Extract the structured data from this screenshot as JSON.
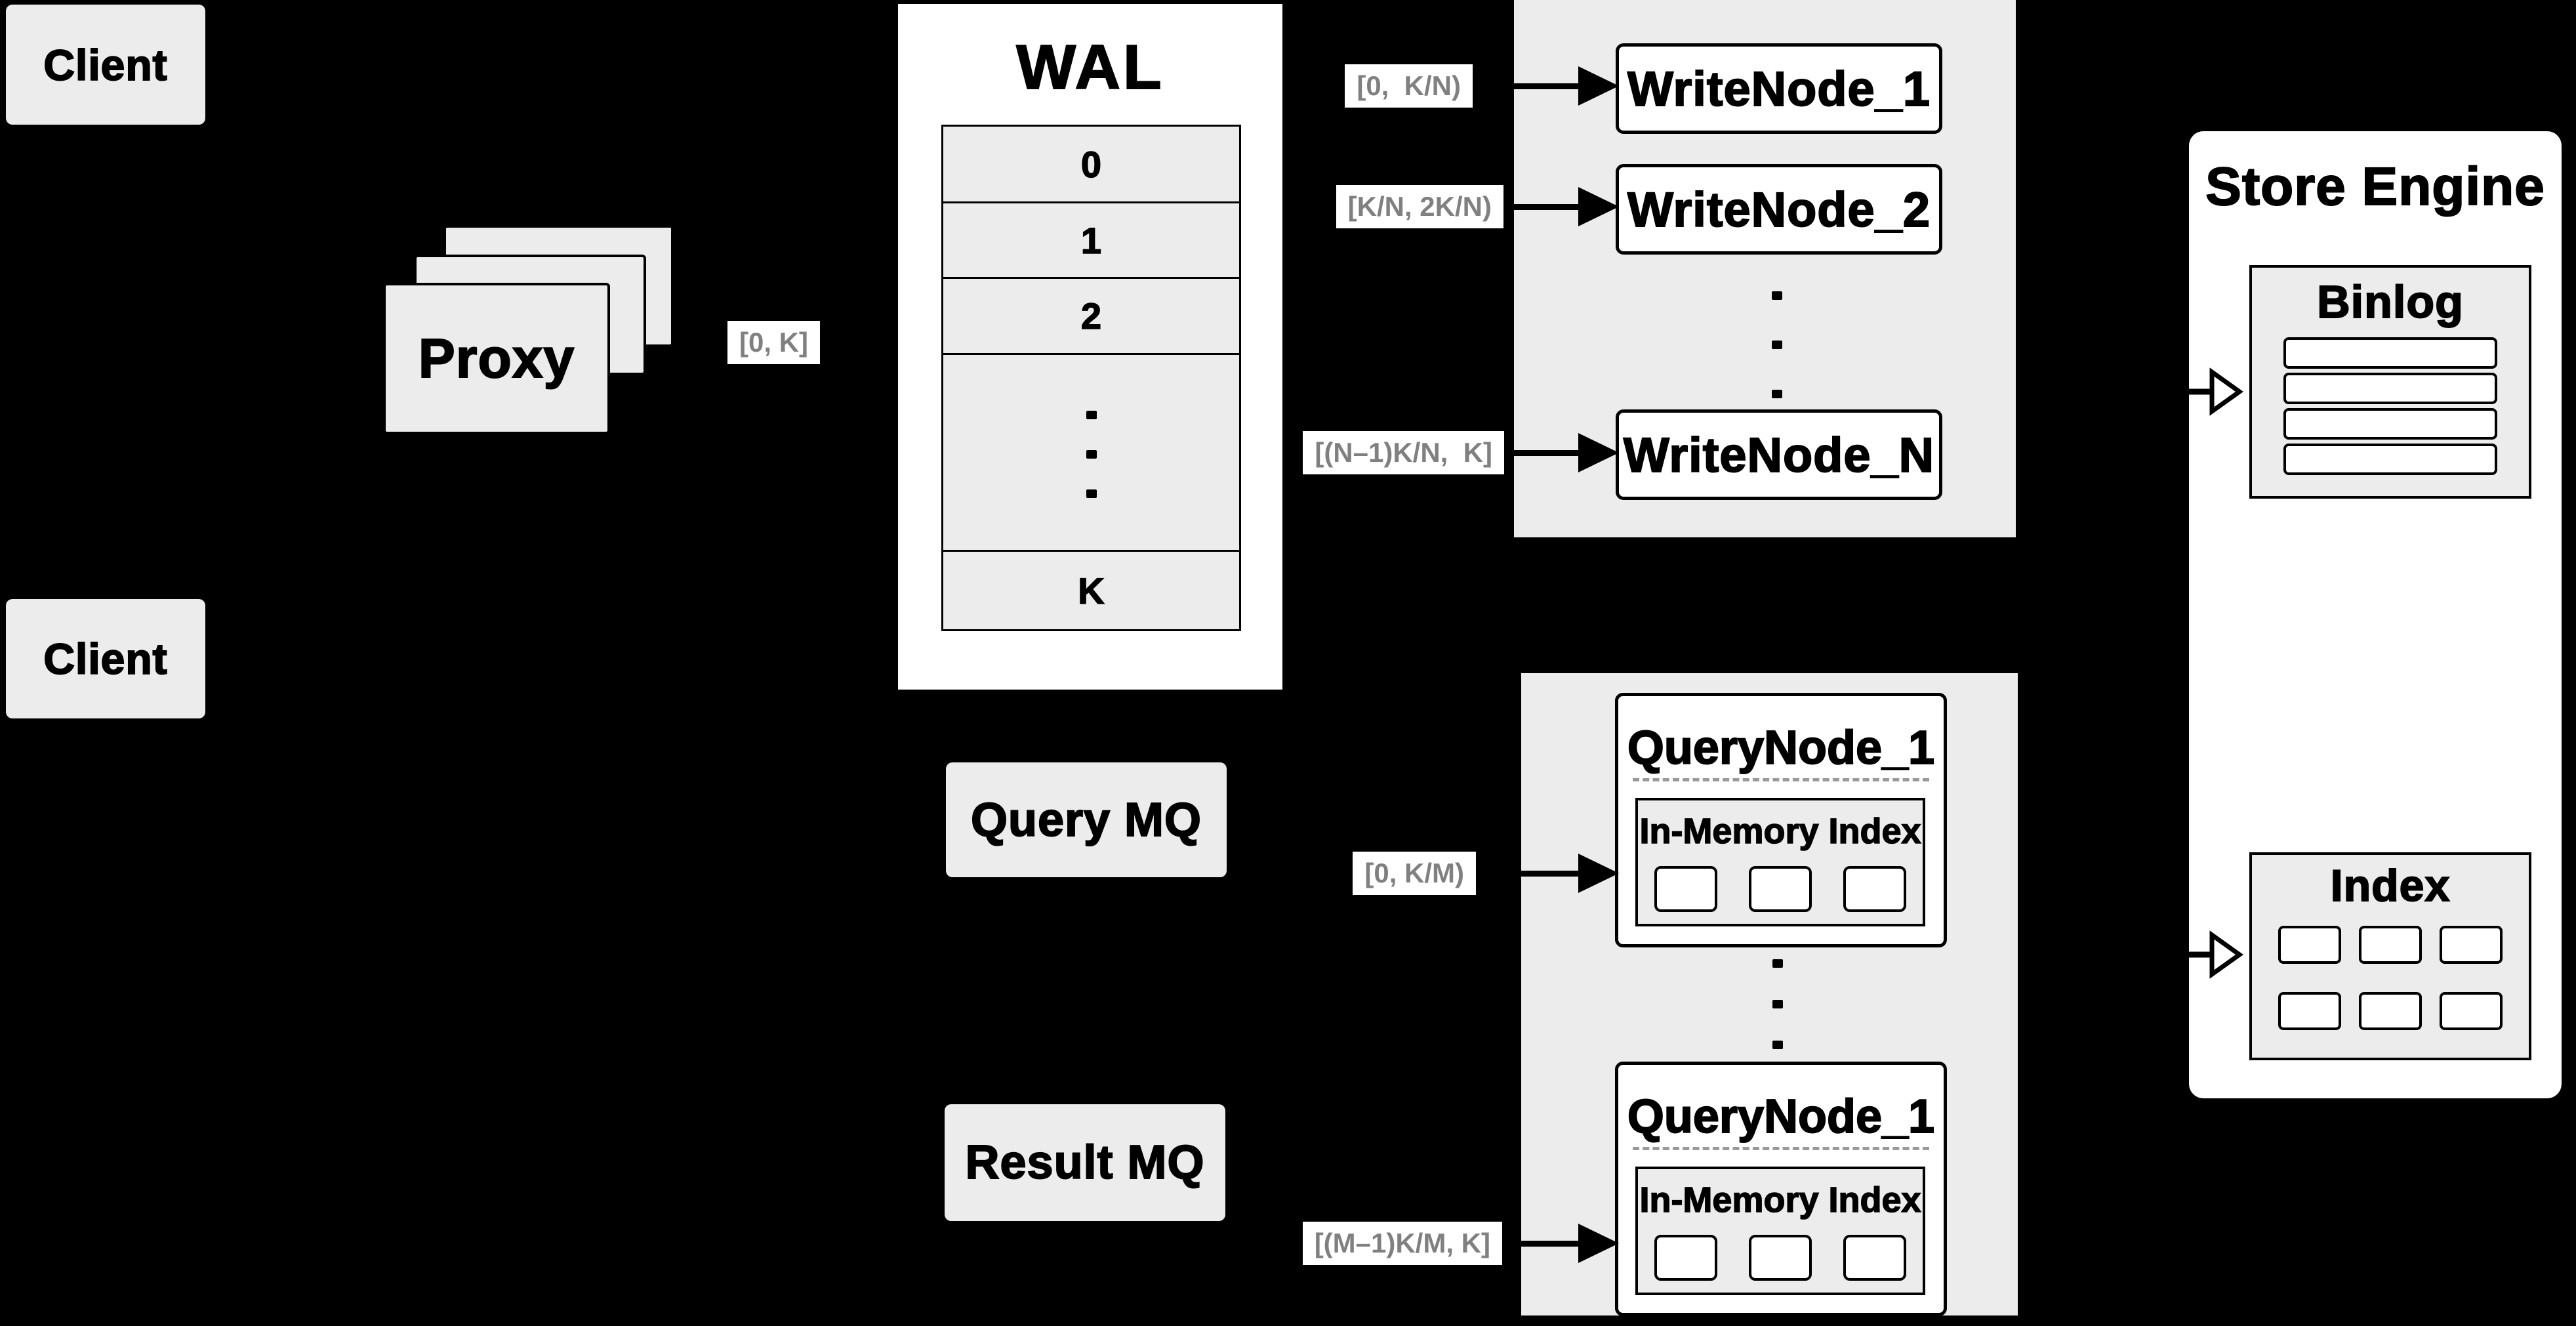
{
  "diagram": {
    "clients": {
      "top": "Client",
      "bottom": "Client"
    },
    "proxy": {
      "label": "Proxy",
      "range_label": "[0, K]"
    },
    "wal": {
      "title": "WAL",
      "rows": [
        "0",
        "1",
        "2"
      ],
      "last_row": "K",
      "ellipsis": "..."
    },
    "write_section": {
      "range_labels": [
        "[0,  K/N)",
        "[K/N, 2K/N)",
        "[(N–1)K/N,  K]"
      ],
      "nodes": [
        "WriteNode_1",
        "WriteNode_2",
        "WriteNode_N"
      ],
      "ellipsis": "..."
    },
    "mq": {
      "query": "Query MQ",
      "result": "Result MQ"
    },
    "query_section": {
      "range_labels": [
        "[0, K/M)",
        "[(M–1)K/M, K]"
      ],
      "nodes": [
        {
          "title": "QueryNode_1",
          "index_label": "In-Memory Index"
        },
        {
          "title": "QueryNode_1",
          "index_label": "In-Memory Index"
        }
      ],
      "ellipsis": "..."
    },
    "store_engine": {
      "title": "Store Engine",
      "binlog_label": "Binlog",
      "index_label": "Index"
    }
  },
  "colors": {
    "background": "#000000",
    "box_fill": "#ececec",
    "node_fill": "#ffffff",
    "border": "#000000",
    "range_text": "#808080"
  }
}
